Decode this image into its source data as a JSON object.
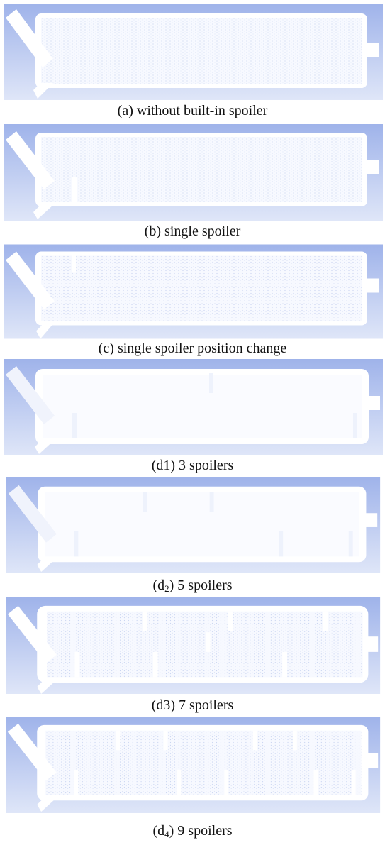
{
  "figure": {
    "panels": [
      {
        "id": "a",
        "caption": "(a) without built-in spoiler"
      },
      {
        "id": "b",
        "caption": "(b) single spoiler"
      },
      {
        "id": "c",
        "caption": "(c) single spoiler position change"
      },
      {
        "id": "d1",
        "caption": "(d1) 3 spoilers"
      },
      {
        "id": "d2",
        "caption_prefix": "(d",
        "caption_sub": "2",
        "caption_suffix": ") 5 spoilers"
      },
      {
        "id": "d3",
        "caption": "(d3) 7 spoilers"
      },
      {
        "id": "d4",
        "caption_prefix": "(d",
        "caption_sub": "4",
        "caption_suffix": ") 9 spoilers"
      }
    ]
  }
}
